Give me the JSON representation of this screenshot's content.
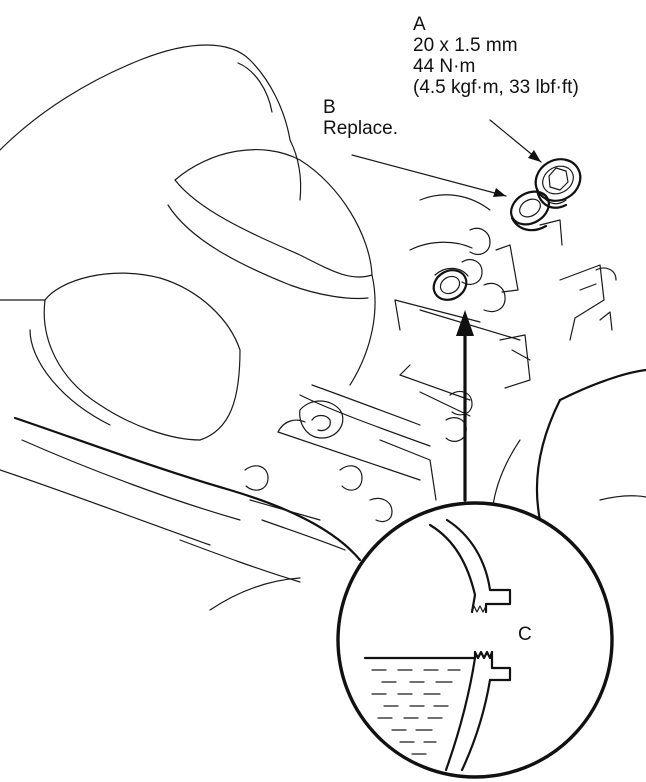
{
  "callouts": {
    "a": {
      "letter": "A",
      "thread": "20 x 1.5 mm",
      "torque_nm": "44 N·m",
      "torque_alt": "(4.5 kgf·m, 33 lbf·ft)"
    },
    "b": {
      "letter": "B",
      "note": "Replace."
    },
    "c": {
      "letter": "C"
    }
  },
  "colors": {
    "line": "#1a1a1a",
    "background": "#ffffff"
  }
}
